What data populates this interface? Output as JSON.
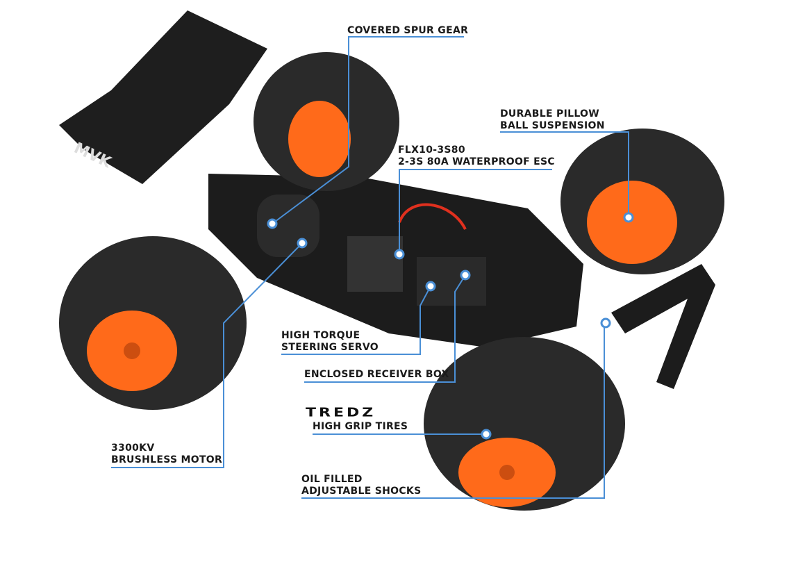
{
  "callouts": {
    "spur_gear": "COVERED SPUR GEAR",
    "pillow_ball_1": "DURABLE PILLOW",
    "pillow_ball_2": "BALL SUSPENSION",
    "esc_1": "FLX10-3S80",
    "esc_2": "2-3S 80A WATERPROOF ESC",
    "servo_1": "HIGH TORQUE",
    "servo_2": "STEERING SERVO",
    "receiver": "ENCLOSED RECEIVER BOX",
    "tires_brand": "TREDZ",
    "tires": "HIGH GRIP TIRES",
    "motor_1": "3300KV",
    "motor_2": "BRUSHLESS MOTOR",
    "shocks_1": "OIL FILLED",
    "shocks_2": "ADJUSTABLE SHOCKS"
  },
  "wing_logo": "MVK",
  "colors": {
    "leader": "#4a8fd6",
    "rim": "#ff6a1a",
    "tire": "#2a2a2a",
    "chassis": "#1c1c1c"
  }
}
